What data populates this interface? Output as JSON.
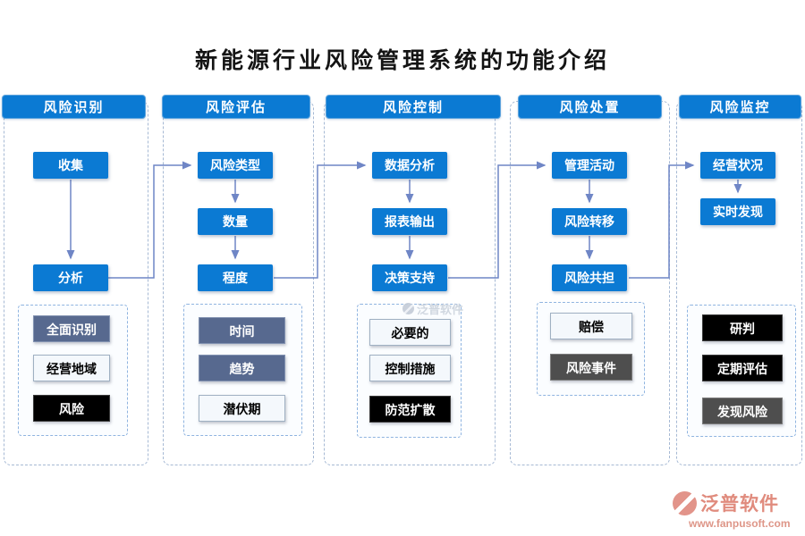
{
  "title": "新能源行业风险管理系统的功能介绍",
  "columns": [
    {
      "header": "风险识别",
      "flow": [
        "收集",
        "分析"
      ],
      "tags": [
        {
          "label": "全面识别",
          "style": "slate"
        },
        {
          "label": "经营地域",
          "style": "light"
        },
        {
          "label": "风险",
          "style": "black"
        }
      ]
    },
    {
      "header": "风险评估",
      "flow": [
        "风险类型",
        "数量",
        "程度"
      ],
      "tags": [
        {
          "label": "时间",
          "style": "slate"
        },
        {
          "label": "趋势",
          "style": "slate"
        },
        {
          "label": "潜伏期",
          "style": "light"
        }
      ]
    },
    {
      "header": "风险控制",
      "flow": [
        "数据分析",
        "报表输出",
        "决策支持"
      ],
      "tags": [
        {
          "label": "必要的",
          "style": "light"
        },
        {
          "label": "控制措施",
          "style": "light"
        },
        {
          "label": "防范扩散",
          "style": "black"
        }
      ]
    },
    {
      "header": "风险处置",
      "flow": [
        "管理活动",
        "风险转移",
        "风险共担"
      ],
      "tags": [
        {
          "label": "赔偿",
          "style": "light"
        },
        {
          "label": "风险事件",
          "style": "dgray"
        }
      ]
    },
    {
      "header": "风险监控",
      "flow": [
        "经营状况",
        "实时发现"
      ],
      "tags": [
        {
          "label": "研判",
          "style": "black"
        },
        {
          "label": "定期评估",
          "style": "black"
        },
        {
          "label": "发现风险",
          "style": "dgray"
        }
      ]
    }
  ],
  "watermark": {
    "text": "泛普软件"
  },
  "footer": {
    "brand": "泛普软件",
    "url": "www.fanpusoft.com"
  },
  "colors": {
    "node_blue": "#0b7ad3",
    "arrow": "#6f86c6",
    "slate_tag": "#57698f",
    "black_tag": "#000000",
    "gray_tag": "#4e4e4e",
    "light_tag": "#f4f8fc",
    "brand_salmon": "#e08b7d"
  }
}
